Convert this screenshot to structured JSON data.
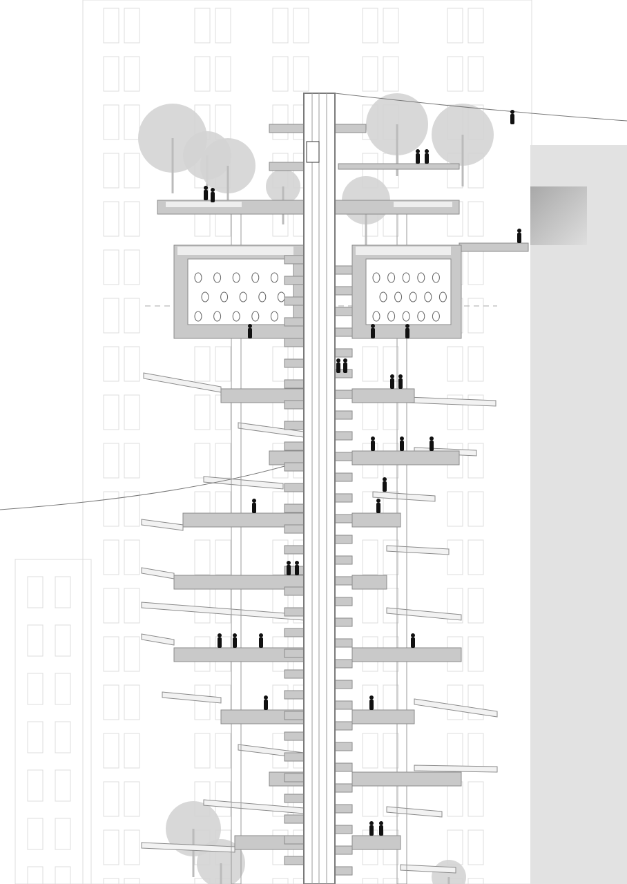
{
  "drawing": {
    "type": "architectural-section",
    "subject": "vertical-park-tower",
    "colors": {
      "background": "#ffffff",
      "context_outline": "#dcdcdc",
      "slab_fill": "#c9c9c9",
      "slab_stroke": "#8a8a8a",
      "core_stroke": "#7a7a7a",
      "neighbour_block": "#e2e2e2",
      "tree": "#d4d4d4",
      "figure": "#111111",
      "cable": "#777777"
    },
    "elements": [
      "context-buildings",
      "central-core",
      "spiral-stair",
      "floor-slabs",
      "ramps",
      "climbing-gym",
      "roof-garden",
      "trees",
      "people",
      "zipline-cables",
      "neighbour-building"
    ]
  }
}
